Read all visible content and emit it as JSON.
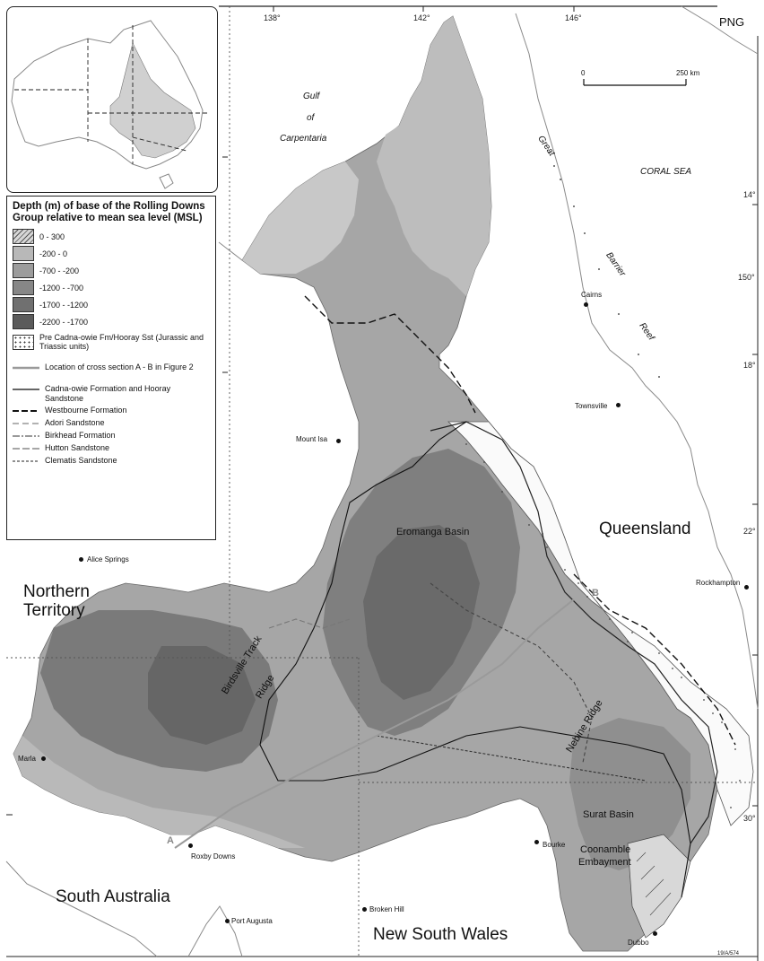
{
  "colors": {
    "depth_0_300": "#d6d6d6",
    "depth_m200_0": "#b8b8b8",
    "depth_m700_m200": "#9c9c9c",
    "depth_m1200_m700": "#878787",
    "depth_m1700_m1200": "#707070",
    "depth_m2200_m1700": "#5b5b5b",
    "coast": "#777777",
    "line_black": "#111111"
  },
  "graticule": {
    "lon": [
      "138°",
      "142°",
      "146°"
    ],
    "lat": [
      "14°",
      "150°",
      "18°",
      "22°",
      "30°"
    ]
  },
  "scale_bar": {
    "start": "0",
    "end": "250 km"
  },
  "corner_label": "PNG",
  "seas": {
    "gulf": [
      "Gulf",
      "of",
      "Carpentaria"
    ],
    "coral_sea": "CORAL SEA",
    "reef": [
      "Great",
      "Barrier",
      "Reef"
    ]
  },
  "states": {
    "queensland": "Queensland",
    "northern_territory": [
      "Northern",
      "Territory"
    ],
    "south_australia": "South Australia",
    "new_south_wales": "New South Wales"
  },
  "features": {
    "eromanga": "Eromanga Basin",
    "birdsville": [
      "Birdsville Track",
      "Ridge"
    ],
    "nebine": "Nebine Ridge",
    "surat": "Surat Basin",
    "coonamble": [
      "Coonamble",
      "Embayment"
    ]
  },
  "section_points": {
    "a": "A",
    "b": "B"
  },
  "towns": {
    "cairns": "Cairns",
    "townsville": "Townsville",
    "mount_isa": "Mount Isa",
    "alice_springs": "Alice Springs",
    "rockhampton": "Rockhampton",
    "marla": "Marla",
    "roxby_downs": "Roxby Downs",
    "bourke": "Bourke",
    "broken_hill": "Broken Hill",
    "port_augusta": "Port Augusta",
    "dubbo": "Dubbo"
  },
  "legend": {
    "title": "Depth (m) of base of the Rolling Downs Group relative to mean sea level (MSL)",
    "depth_classes": [
      {
        "label": "0 - 300"
      },
      {
        "label": "-200 - 0"
      },
      {
        "label": "-700 - -200"
      },
      {
        "label": "-1200 - -700"
      },
      {
        "label": "-1700 - -1200"
      },
      {
        "label": "-2200 - -1700"
      },
      {
        "label": "Pre Cadna-owie Fm/Hooray Sst (Jurassic and Triassic units)"
      }
    ],
    "lines": [
      {
        "label": "Location of cross section A - B in Figure 2"
      },
      {
        "label": "Cadna-owie Formation and Hooray Sandstone"
      },
      {
        "label": "Westbourne Formation"
      },
      {
        "label": "Adori Sandstone"
      },
      {
        "label": "Birkhead Formation"
      },
      {
        "label": "Hutton Sandstone"
      },
      {
        "label": "Clematis Sandstone"
      }
    ]
  },
  "figure_code": "19/A/574"
}
